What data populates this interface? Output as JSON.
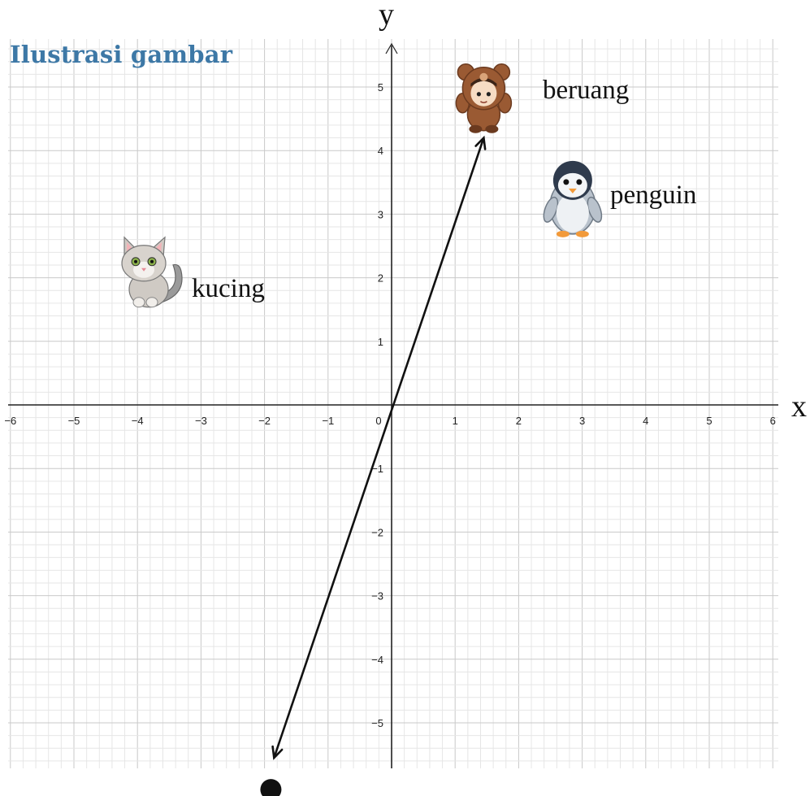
{
  "title": "Ilustrasi gambar",
  "axes": {
    "x_name": "x",
    "y_name": "y",
    "x_ticks": [
      "−6",
      "−5",
      "−4",
      "−3",
      "−2",
      "−1",
      "0",
      "1",
      "2",
      "3",
      "4",
      "5",
      "6"
    ],
    "y_ticks": [
      "−5",
      "−4",
      "−3",
      "−2",
      "−1",
      "1",
      "2",
      "3",
      "4",
      "5"
    ],
    "x_range": [
      -6,
      6
    ],
    "y_range": [
      -5.5,
      5.5
    ],
    "grid": true,
    "minor_subdivisions": 5
  },
  "animals": [
    {
      "label": "beruang",
      "icon": "bear-icon",
      "x": 1.45,
      "y": 4.85
    },
    {
      "label": "penguin",
      "icon": "penguin-icon",
      "x": 2.85,
      "y": 3.25
    },
    {
      "label": "kucing",
      "icon": "cat-icon",
      "x": -3.9,
      "y": 2.1
    }
  ],
  "line": {
    "description": "double-headed arrow through the origin",
    "through": [
      0,
      0
    ],
    "end_upper": [
      1.45,
      4.2
    ],
    "end_lower": [
      -1.85,
      -5.55
    ],
    "point": [
      -1.9,
      -6.05
    ]
  },
  "colors": {
    "title": "#3d78a6",
    "grid_major": "#c9c9c9",
    "grid_minor": "#e6e6e6",
    "axis": "#222222",
    "arrow": "#111111"
  }
}
